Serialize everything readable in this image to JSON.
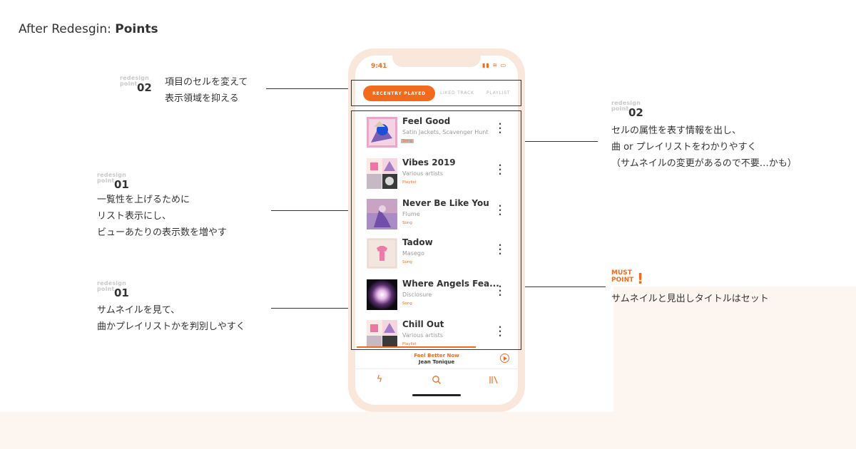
{
  "page": {
    "title_prefix": "After Redesgin: ",
    "title_bold": "Points"
  },
  "annotations": {
    "left_top": {
      "small1": "redesign",
      "small2": "point",
      "num": "02",
      "lines": [
        "項目のセルを変えて",
        "表示領域を抑える"
      ]
    },
    "left_mid": {
      "small1": "redesign",
      "small2": "point",
      "num": "01",
      "lines": [
        "一覧性を上げるために",
        "リスト表示にし、",
        "ビューあたりの表示数を増やす"
      ]
    },
    "left_bottom": {
      "small1": "redesign",
      "small2": "point",
      "num": "01",
      "lines": [
        "サムネイルを見て、",
        "曲かプレイリストかを判別しやすく"
      ]
    },
    "right_top": {
      "small1": "redesign",
      "small2": "point",
      "num": "02",
      "lines": [
        "セルの属性を表す情報を出し、",
        "曲 or プレイリストをわかりやすく",
        "（サムネイルの変更があるので不要…かも）"
      ]
    },
    "right_bottom": {
      "must1": "MUST",
      "must2": "POINT",
      "mark": "!",
      "lines": [
        "サムネイルと見出しタイトルはセット"
      ]
    }
  },
  "phone": {
    "status_time": "9:41",
    "tabs": {
      "active": "RECENTRY PLAYED",
      "liked": "LIKED TRACK",
      "playlist": "PLAYLIST"
    },
    "items": [
      {
        "title": "Feel Good",
        "subtitle": "Satin Jackets, Scavenger Hunt",
        "type": "Song"
      },
      {
        "title": "Vibes 2019",
        "subtitle": "Various artists",
        "type": "Playlist"
      },
      {
        "title": "Never Be Like You",
        "subtitle": "Flume",
        "type": "Song"
      },
      {
        "title": "Tadow",
        "subtitle": "Masego",
        "type": "Song"
      },
      {
        "title": "Where Angels Fea...",
        "subtitle": "Disclosure",
        "type": "Song"
      },
      {
        "title": "Chill Out",
        "subtitle": "Various artists",
        "type": "Playlist"
      }
    ],
    "now_playing": {
      "title": "Feel Better Now",
      "artist": "Jean Tonique"
    },
    "colors": {
      "accent": "#f26b1d",
      "phone_frame": "#f9e7db",
      "background_tint": "#fdf6f0"
    },
    "nav_icons": [
      "bolt-icon",
      "search-icon",
      "library-icon"
    ]
  }
}
